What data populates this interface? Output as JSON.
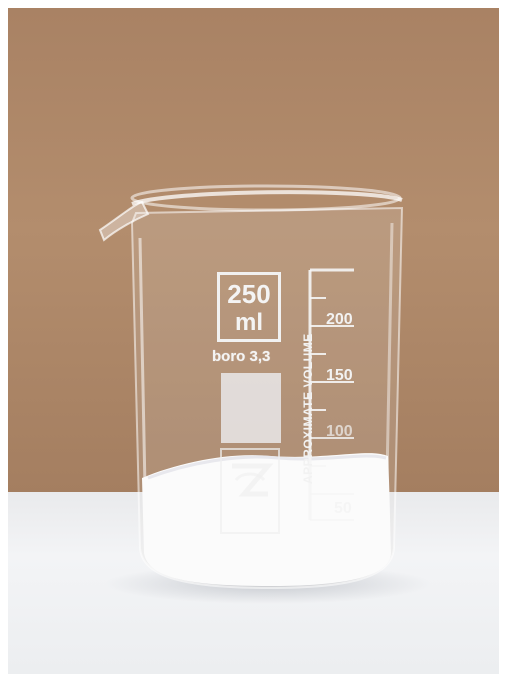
{
  "beaker": {
    "capacity": "250",
    "unit": "ml",
    "material": "boro 3,3",
    "scale_title": "APPROXIMATE VOLUME",
    "graduations": [
      "200",
      "150",
      "100",
      "50"
    ]
  },
  "colors": {
    "wall": "#b08b6a",
    "table": "#eef0f2",
    "powder": "#ffffff",
    "glass_etch": "#f4f4f4"
  }
}
